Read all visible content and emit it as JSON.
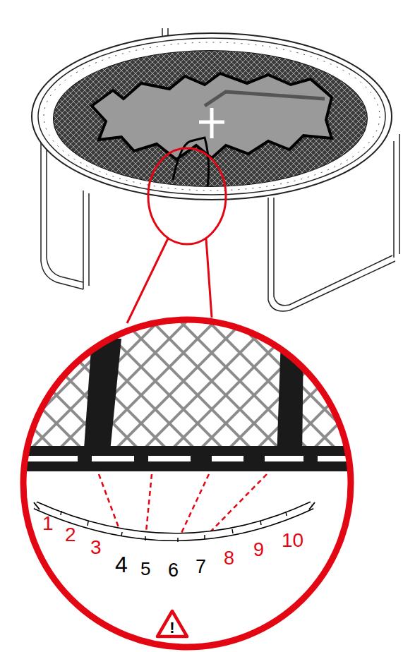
{
  "diagram": {
    "nodes": [
      {
        "text": [
          "!"
        ]
      }
    ],
    "labels": [
      "1",
      "2",
      "3",
      "4",
      "5",
      "6",
      "7",
      "8",
      "9",
      "10"
    ]
  }
}
